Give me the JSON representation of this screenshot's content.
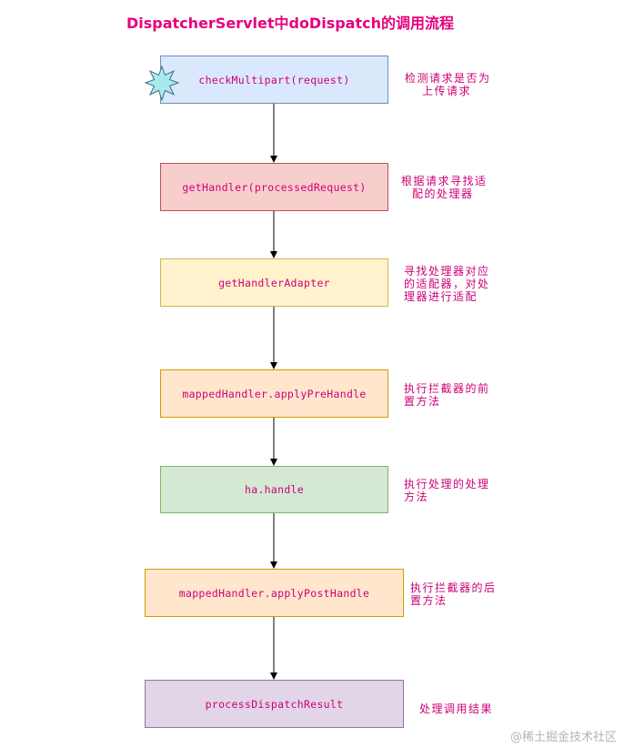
{
  "title": "DispatcherServlet中doDispatch的调用流程",
  "steps": [
    {
      "label": "checkMultipart(request)",
      "note": [
        "检测请求是否为",
        "上传请求"
      ]
    },
    {
      "label": "getHandler(processedRequest)",
      "note": [
        "根据请求寻找适",
        "配的处理器"
      ]
    },
    {
      "label": "getHandlerAdapter",
      "note": [
        "寻找处理器对应",
        "的适配器，对处",
        "理器进行适配"
      ]
    },
    {
      "label": "mappedHandler.applyPreHandle",
      "note": [
        "执行拦截器的前",
        "置方法"
      ]
    },
    {
      "label": "ha.handle",
      "note": [
        "执行处理的处理",
        "方法"
      ]
    },
    {
      "label": "mappedHandler.applyPostHandle",
      "note": [
        "执行拦截器的后",
        "置方法"
      ]
    },
    {
      "label": "processDispatchResult",
      "note": [
        "处理调用结果"
      ]
    }
  ],
  "watermark": "@稀土掘金技术社区",
  "colors": {
    "text": "#cc0077",
    "title": "#e6007e",
    "step1": "#dae8fc",
    "step2": "#f8cecc",
    "step3": "#fff2cc",
    "step4": "#ffe6cc",
    "step5": "#d5e8d4",
    "step6": "#ffe6cc",
    "step7": "#e1d5e7",
    "star": "#a8eaea"
  }
}
